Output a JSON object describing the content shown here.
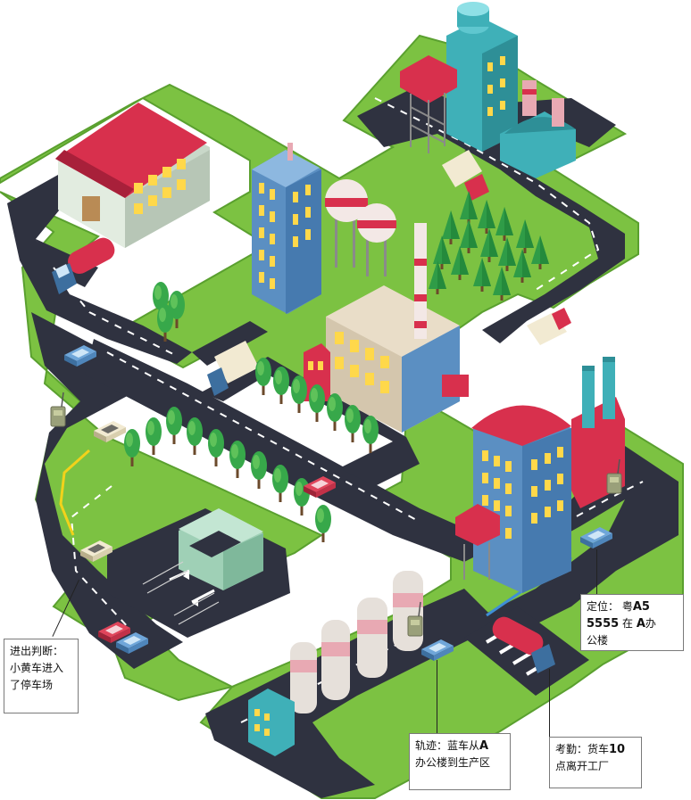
{
  "callouts": {
    "entry_exit": {
      "line1": "进出判断：",
      "line2": "小黄车进入",
      "line3": "了停车场"
    },
    "trajectory": {
      "line1_prefix": "轨迹：蓝车从",
      "line1_bold": "A",
      "line2": "办公楼到生产区"
    },
    "attendance": {
      "line1_prefix": "考勤：货车",
      "line1_bold": "10",
      "line2": "点离开工厂"
    },
    "positioning": {
      "line1_prefix": "定位：  粤",
      "line1_bold": "A5",
      "line2_bold": "5555",
      "line2_mid": " 在 ",
      "line2_bold2": "A",
      "line2_suffix": "办",
      "line3": "公楼"
    }
  },
  "colors": {
    "grass": "#7cc242",
    "road": "#2f3240",
    "road_line": "#ffffff",
    "roof_red": "#d8304d",
    "building_blue": "#5b8fc2",
    "building_teal": "#3fb0b8",
    "window_yellow": "#ffd84a",
    "tree_green": "#37a84a",
    "tank_pink": "#e8a9b3"
  },
  "icons": [
    "sensor-device-icon",
    "truck-icon",
    "car-icon",
    "tree-icon",
    "factory-icon",
    "parking-gate-icon"
  ]
}
